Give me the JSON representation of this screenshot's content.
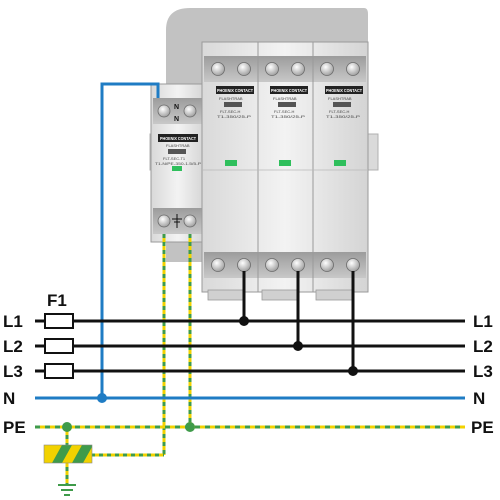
{
  "fuse": {
    "label": "F1"
  },
  "lines": [
    {
      "id": "L1",
      "left_label": "L1",
      "right_label": "L1",
      "color": "#111111"
    },
    {
      "id": "L2",
      "left_label": "L2",
      "right_label": "L2",
      "color": "#111111"
    },
    {
      "id": "L3",
      "left_label": "L3",
      "right_label": "L3",
      "color": "#111111"
    },
    {
      "id": "N",
      "left_label": "N",
      "right_label": "N",
      "color": "#1f7cc4"
    },
    {
      "id": "PE",
      "left_label": "PE",
      "right_label": "PE",
      "color": "#f2d200",
      "stripe_color": "#3f9b4a"
    }
  ],
  "device": {
    "brand": "PHOENIX CONTACT",
    "npe_module": {
      "model": "FLASHTRAB",
      "top_terminal_labels": [
        "N",
        "N"
      ],
      "type_line_1": "FLT-SEC-T1",
      "type_line_2": "T1-N/PE-350-1.5/5-P"
    },
    "phase_modules": [
      {
        "model": "FLASHTRAB",
        "type_line_1": "FLT-SEC-H",
        "type_line_2": "T1-350/25-P"
      },
      {
        "model": "FLASHTRAB",
        "type_line_1": "FLT-SEC-H",
        "type_line_2": "T1-350/25-P"
      },
      {
        "model": "FLASHTRAB",
        "type_line_1": "FLT-SEC-H",
        "type_line_2": "T1-350/25-P"
      }
    ],
    "status_indicator_color": "#2fbf5c"
  }
}
